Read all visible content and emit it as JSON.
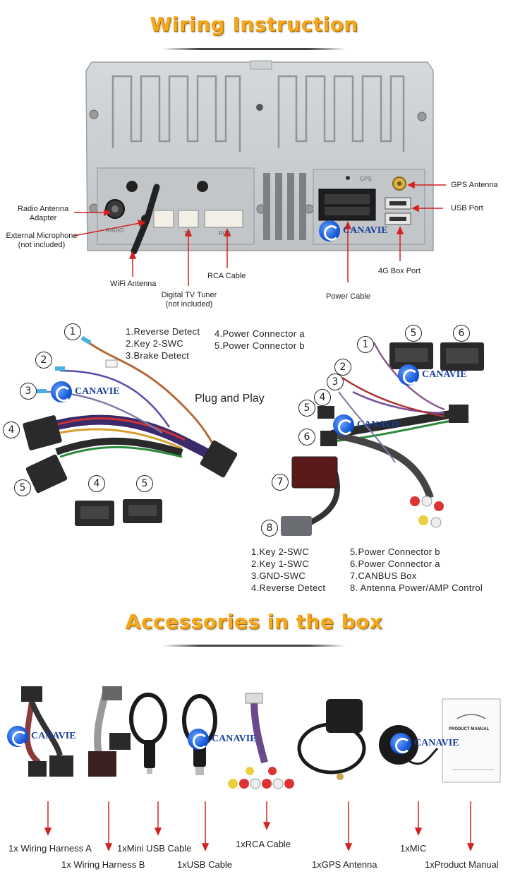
{
  "titles": {
    "wiring": "Wiring Instruction",
    "accessories": "Accessories in the box"
  },
  "brand": "CANAVIE",
  "panel": {
    "gps_text": "GPS",
    "radio_text": "RADIO",
    "tv_text": "TV",
    "rca_text": "RCA"
  },
  "panel_labels": {
    "radio_antenna": "Radio Antenna\nAdapter",
    "external_mic": "External Microphone\n(not included)",
    "wifi_antenna": "WiFi Antenna",
    "digital_tv": "Digital TV Tuner\n(not included)",
    "rca_cable": "RCA Cable",
    "power_cable": "Power Cable",
    "gps_antenna": "GPS Antenna",
    "usb_port": "USB Port",
    "box_4g": "4G Box Port"
  },
  "harness_a": {
    "legend_col1": [
      "1.Reverse Detect",
      "2.Key 2-SWC",
      "3.Brake Detect"
    ],
    "legend_col2": [
      "4.Power Connector a",
      "5.Power Connector b"
    ],
    "numbers": [
      "1",
      "2",
      "3",
      "4",
      "5"
    ],
    "connector_numbers": [
      "4",
      "5"
    ]
  },
  "plug_and_play": "Plug and Play",
  "harness_b": {
    "numbers": [
      "1",
      "2",
      "3",
      "4",
      "5",
      "6",
      "7",
      "8"
    ],
    "connector_numbers": [
      "5",
      "6"
    ],
    "legend_col1": [
      "1.Key 2-SWC",
      "2.Key 1-SWC",
      "3.GND-SWC",
      "4.Reverse Detect"
    ],
    "legend_col2": [
      "5.Power Connector b",
      "6.Power Connector a",
      "7.CANBUS Box",
      "8. Antenna Power/AMP Control"
    ]
  },
  "accessories": [
    "1x Wiring Harness A",
    "1x Wiring Harness B",
    "1xMini USB Cable",
    "1xUSB Cable",
    "1xRCA Cable",
    "1xGPS Antenna",
    "1xMIC",
    "1xProduct Manual"
  ],
  "manual_title": "PRODUCT MANUAL",
  "colors": {
    "title_orange": "#f5a81c",
    "arrow_red": "#d42020",
    "brand_blue": "#1b3fa0",
    "panel_gray": "#c9cccf"
  }
}
